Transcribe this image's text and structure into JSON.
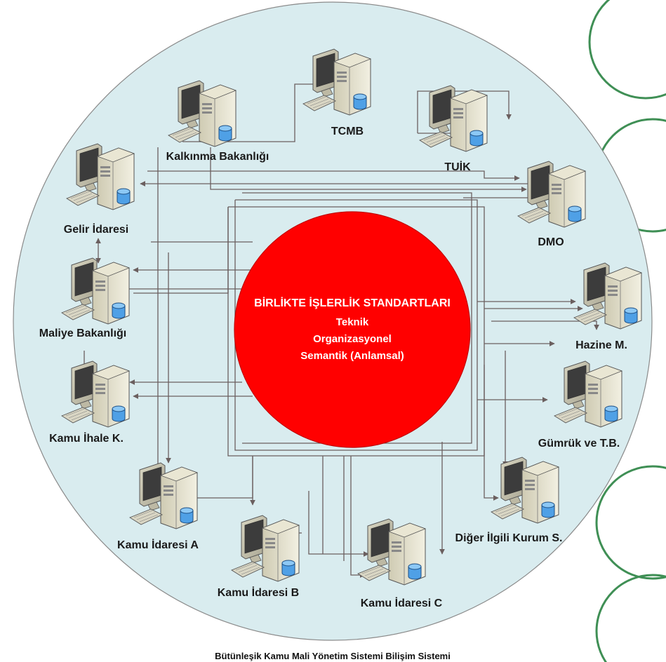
{
  "center": {
    "title": "BİRLİKTE İŞLERLİK STANDARTLARI",
    "lines": [
      "Teknik",
      "Organizasyonel",
      "Semantik (Anlamsal)"
    ]
  },
  "nodes": [
    {
      "id": "tcmb",
      "label": "TCMB"
    },
    {
      "id": "kalkinma",
      "label": "Kalkınma Bakanlığı"
    },
    {
      "id": "tuik",
      "label": "TUİK"
    },
    {
      "id": "gelir",
      "label": "Gelir İdaresi"
    },
    {
      "id": "dmo",
      "label": "DMO"
    },
    {
      "id": "maliye",
      "label": "Maliye Bakanlığı"
    },
    {
      "id": "hazine",
      "label": "Hazine M."
    },
    {
      "id": "kik",
      "label": "Kamu İhale K."
    },
    {
      "id": "gumruk",
      "label": "Gümrük ve T.B."
    },
    {
      "id": "kia",
      "label": "Kamu İdaresi A"
    },
    {
      "id": "diger",
      "label": "Diğer İlgili Kurum S."
    },
    {
      "id": "kib",
      "label": "Kamu İdaresi B"
    },
    {
      "id": "kic",
      "label": "Kamu İdaresi C"
    }
  ],
  "caption": "Bütünleşik Kamu Mali Yönetim Sistemi Bilişim Sistemi",
  "colors": {
    "outer_fill": "#d9ecef",
    "outer_stroke": "#8a8a8a",
    "center_fill": "#ff0000",
    "connector": "#6b5f5f",
    "side_ring": "#3f8f55"
  }
}
